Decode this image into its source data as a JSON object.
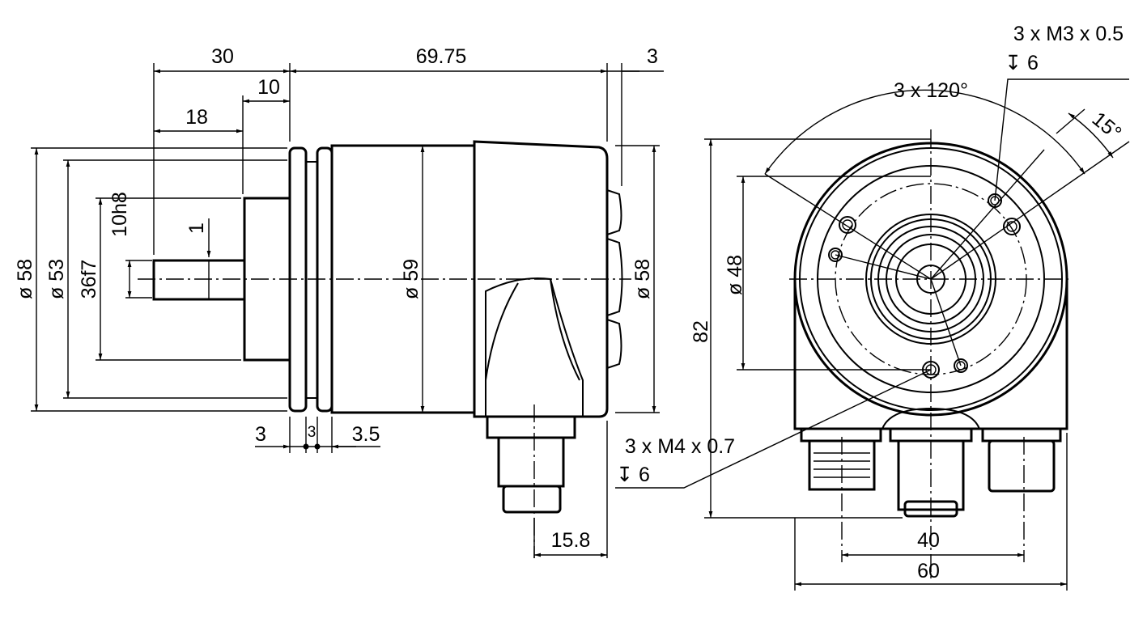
{
  "side_view": {
    "dims": {
      "d30": "30",
      "d69_75": "69.75",
      "d3_top": "3",
      "d10": "10",
      "d18": "18",
      "dia58_left": "ø 58",
      "dia53": "ø 53",
      "d36f7": "36f7",
      "d10h8": "10h8",
      "d1": "1",
      "dia59": "ø 59",
      "dia58_right": "ø 58",
      "d3_bottom": "3",
      "d3_small": "3",
      "d3_5": "3.5",
      "d15_8": "15.8"
    }
  },
  "front_view": {
    "dims": {
      "m3_thread": "3 x M3 x 0.5",
      "m3_depth": "↧ 6",
      "angle_120": "3 x 120°",
      "angle_15": "15°",
      "dia48": "ø 48",
      "d82": "82",
      "m4_thread": "3 x M4 x 0.7",
      "m4_depth": "↧ 6",
      "d40": "40",
      "d60": "60"
    }
  }
}
